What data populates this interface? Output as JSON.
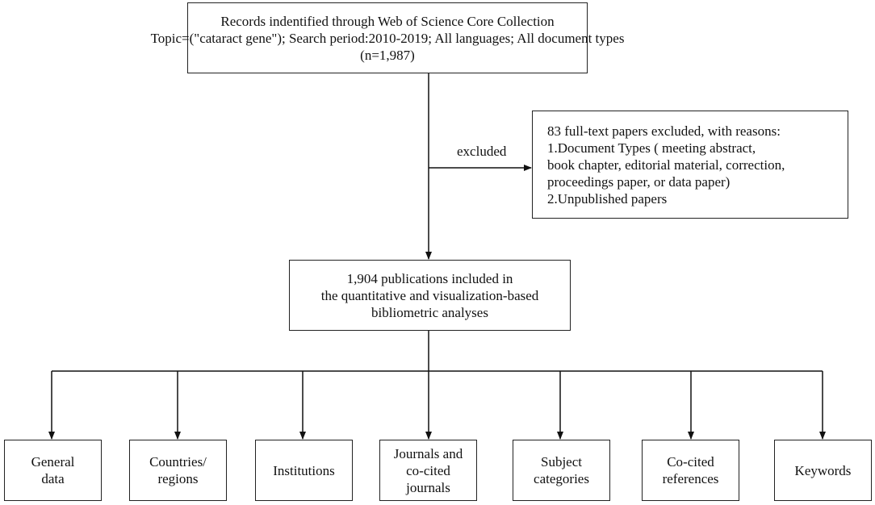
{
  "top_box": {
    "lines": [
      "Records indentified through Web of Science Core Collection",
      "Topic=(\"cataract gene\"); Search period:2010-2019; All languages; All document types",
      "(n=1,987)"
    ]
  },
  "excluded_label": "excluded",
  "excluded_box": {
    "lines": [
      "83 full-text papers excluded, with reasons:",
      "1.Document Types ( meeting abstract,",
      "book chapter, editorial material, correction,",
      "proceedings paper, or data paper)",
      "2.Unpublished papers"
    ]
  },
  "included_box": {
    "lines": [
      "1,904 publications included in",
      "the quantitative and visualization-based",
      "bibliometric analyses"
    ]
  },
  "analyses": [
    {
      "lines": [
        "General",
        "data"
      ]
    },
    {
      "lines": [
        "Countries/",
        "regions"
      ]
    },
    {
      "lines": [
        "Institutions"
      ]
    },
    {
      "lines": [
        "Journals and",
        "co-cited",
        "journals"
      ]
    },
    {
      "lines": [
        "Subject",
        "categories"
      ]
    },
    {
      "lines": [
        "Co-cited",
        "references"
      ]
    },
    {
      "lines": [
        "Keywords"
      ]
    }
  ]
}
